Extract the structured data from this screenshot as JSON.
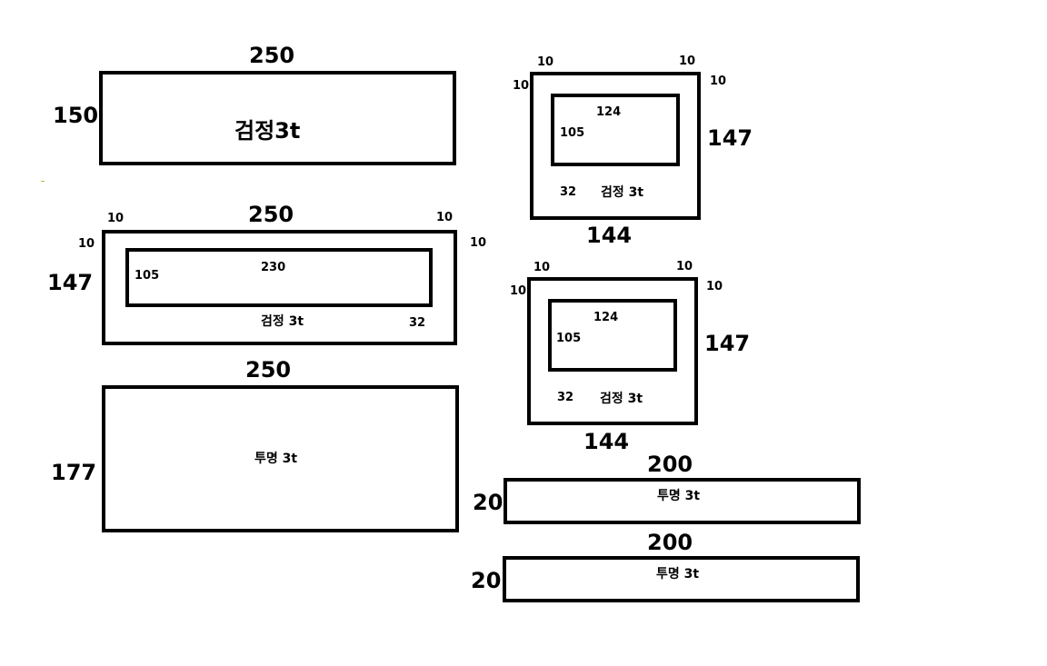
{
  "panel_a": {
    "width": "250",
    "height": "150",
    "material": "검정3t"
  },
  "panel_b": {
    "width": "250",
    "height": "147",
    "margin_tl": "10",
    "margin_tr": "10",
    "margin_lt": "10",
    "margin_rt": "10",
    "inner_width": "230",
    "inner_height": "105",
    "material": "검정 3t",
    "bottom_gap": "32"
  },
  "panel_c": {
    "width": "250",
    "height": "177",
    "material": "투명 3t"
  },
  "panel_d": {
    "width": "144",
    "height": "147",
    "margin_tl": "10",
    "margin_tr": "10",
    "margin_lt": "10",
    "margin_rt": "10",
    "inner_width": "124",
    "inner_height": "105",
    "material": "검정 3t",
    "bottom_gap": "32"
  },
  "panel_e": {
    "width": "144",
    "height": "147",
    "margin_tl": "10",
    "margin_tr": "10",
    "margin_lt": "10",
    "margin_rt": "10",
    "inner_width": "124",
    "inner_height": "105",
    "material": "검정 3t",
    "bottom_gap": "32"
  },
  "strip_f": {
    "width": "200",
    "height": "20",
    "material": "투명 3t"
  },
  "strip_g": {
    "width": "200",
    "height": "20",
    "material": "투명 3t"
  }
}
